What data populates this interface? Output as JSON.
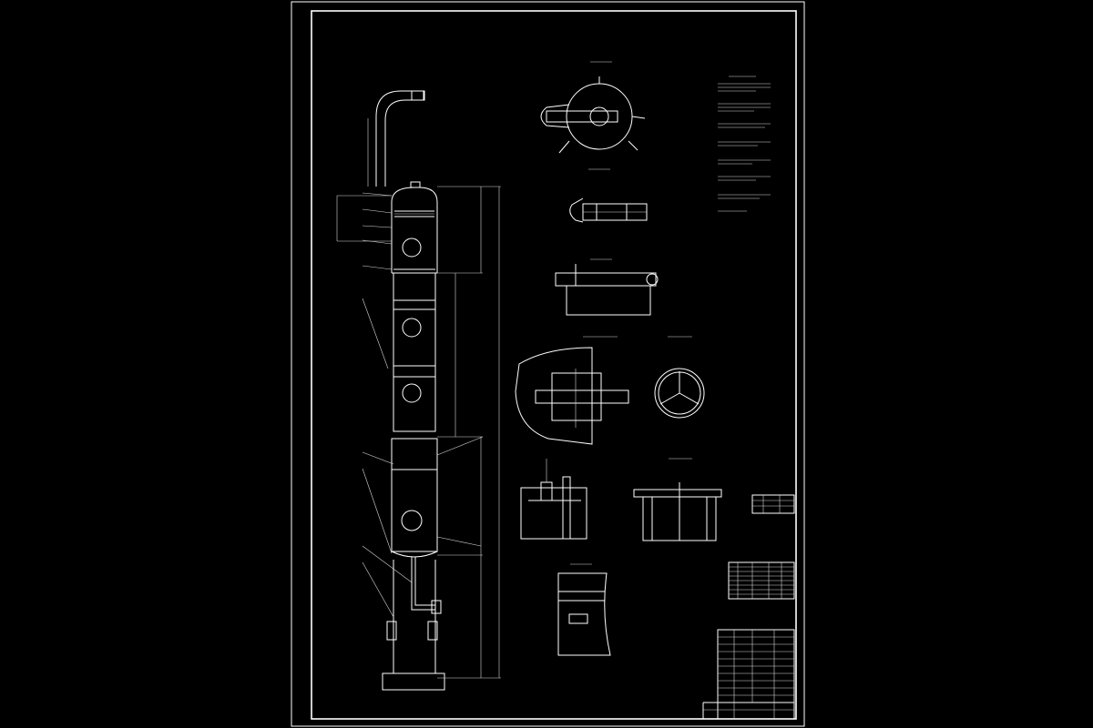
{
  "drawing": {
    "background_color": "#000000",
    "line_color": "#ffffff",
    "views": [
      {
        "id": "tower-elevation",
        "kind": "main elevation"
      },
      {
        "id": "top-view",
        "kind": "plan view"
      },
      {
        "id": "detail-a",
        "kind": "detail"
      },
      {
        "id": "section-b",
        "kind": "section"
      },
      {
        "id": "detail-c",
        "kind": "detail"
      },
      {
        "id": "section-d",
        "kind": "section"
      },
      {
        "id": "distributor-view",
        "kind": "detail"
      },
      {
        "id": "support-detail-left",
        "kind": "detail"
      },
      {
        "id": "support-detail-right",
        "kind": "detail"
      },
      {
        "id": "nozzle-detail",
        "kind": "detail"
      }
    ],
    "tables": [
      "technical-notes",
      "nozzle-table",
      "parts-list",
      "title-block"
    ]
  }
}
